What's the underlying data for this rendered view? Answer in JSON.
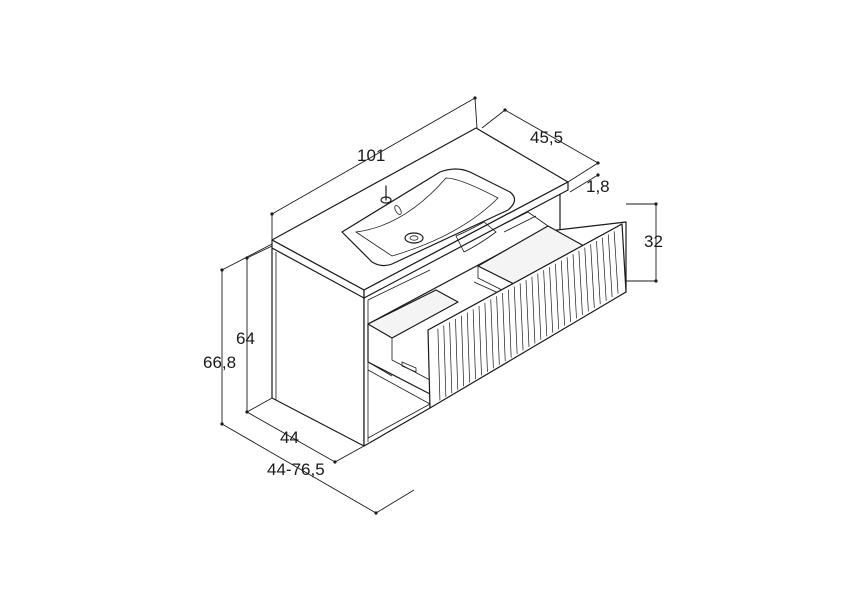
{
  "dimensions": {
    "width_top": "101",
    "depth_top": "45,5",
    "top_thickness": "1,8",
    "drawer_height": "32",
    "body_height": "64",
    "total_height": "66,8",
    "body_depth": "44",
    "drawer_extension": "44-76,5"
  },
  "colors": {
    "line": "#1a1a1a",
    "background": "#ffffff"
  }
}
